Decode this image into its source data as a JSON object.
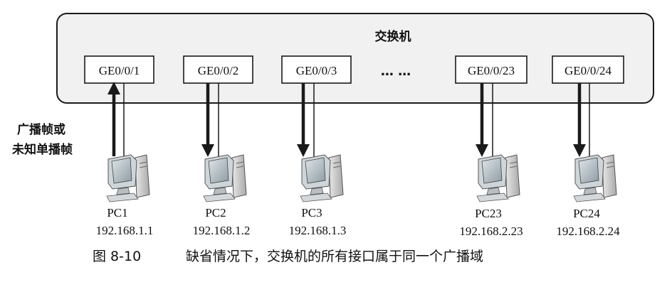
{
  "switch": {
    "title": "交换机",
    "ports": [
      {
        "name": "GE0/0/1"
      },
      {
        "name": "GE0/0/2"
      },
      {
        "name": "GE0/0/3"
      },
      {
        "name": "GE0/0/23"
      },
      {
        "name": "GE0/0/24"
      }
    ],
    "ellipsis": "…  …"
  },
  "pcs": [
    {
      "name": "PC1",
      "ip": "192.168.1.1"
    },
    {
      "name": "PC2",
      "ip": "192.168.1.2"
    },
    {
      "name": "PC3",
      "ip": "192.168.1.3"
    },
    {
      "name": "PC23",
      "ip": "192.168.2.23"
    },
    {
      "name": "PC24",
      "ip": "192.168.2.24"
    }
  ],
  "side_label": {
    "line1": "广播帧或",
    "line2": "未知单播帧"
  },
  "caption": {
    "figure_no": "图 8-10",
    "text": "缺省情况下，交换机的所有接口属于同一个广播域"
  },
  "colors": {
    "switch_fill": "#f1f1f1",
    "line": "#1a1a1a"
  }
}
